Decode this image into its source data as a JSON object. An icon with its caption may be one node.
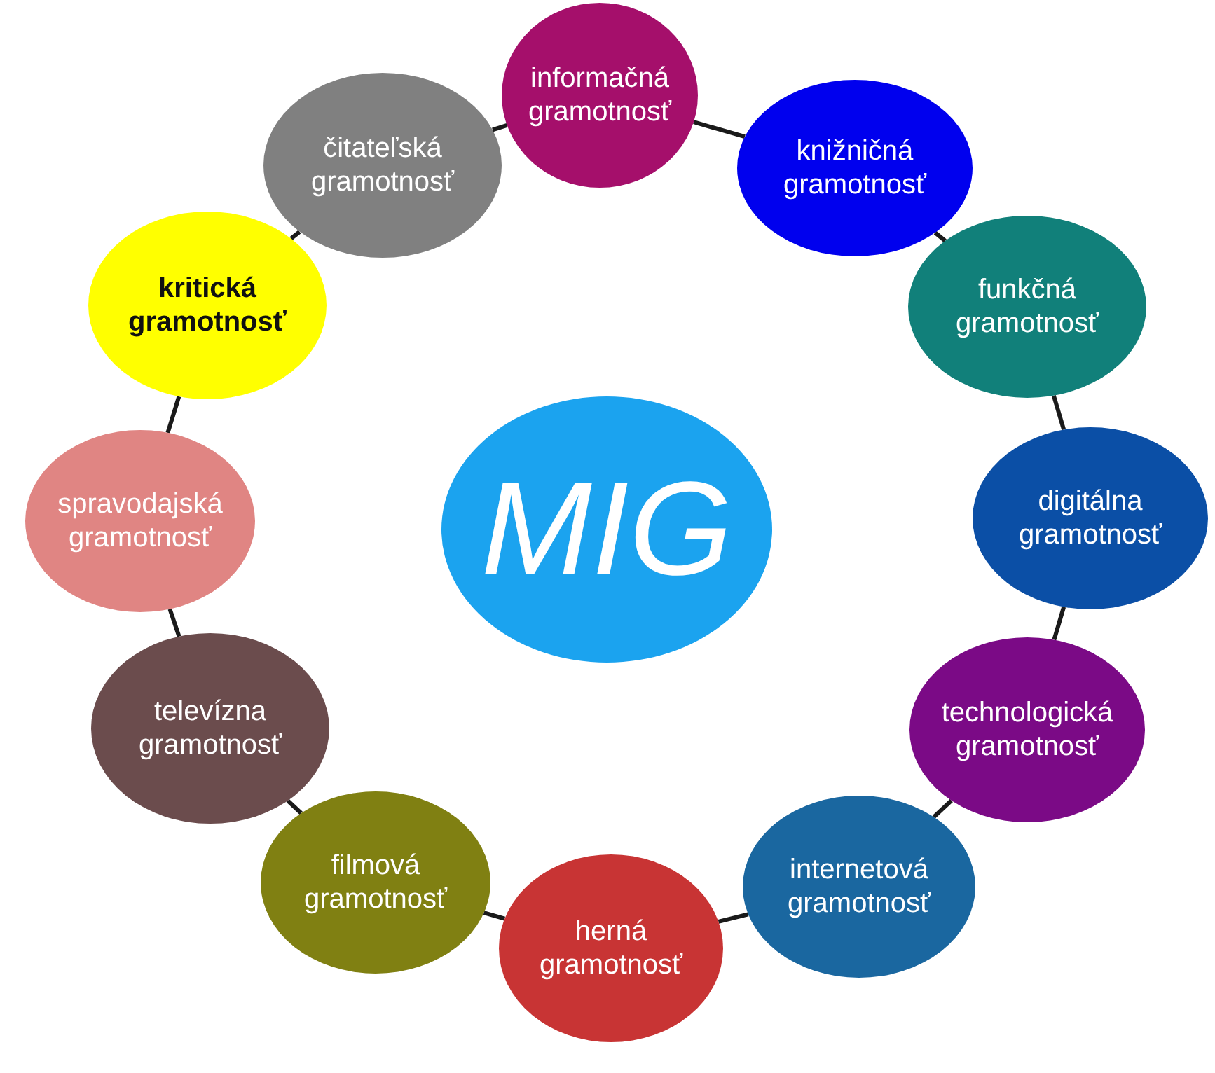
{
  "diagram": {
    "nodes": [
      {
        "text": [
          "MIG"
        ]
      },
      {
        "text": [
          "informačná gramotnosť"
        ]
      },
      {
        "text": [
          "knižničná gramotnosť"
        ]
      },
      {
        "text": [
          "funkčná gramotnosť"
        ]
      },
      {
        "text": [
          "digitálna gramotnosť"
        ]
      },
      {
        "text": [
          "technologická gramotnosť"
        ]
      },
      {
        "text": [
          "internetová gramotnosť"
        ]
      },
      {
        "text": [
          "herná gramotnosť"
        ]
      },
      {
        "text": [
          "filmová gramotnosť"
        ]
      },
      {
        "text": [
          "televízna gramotnosť"
        ]
      },
      {
        "text": [
          "spravodajská gramotnosť"
        ]
      },
      {
        "text": [
          "kritická gramotnosť"
        ]
      },
      {
        "text": [
          "čitateľská gramotnosť"
        ]
      }
    ],
    "edges": [
      {
        "from": 1,
        "to": 2,
        "arrow": "none"
      },
      {
        "from": 2,
        "to": 3,
        "arrow": "none"
      },
      {
        "from": 3,
        "to": 4,
        "arrow": "none"
      },
      {
        "from": 4,
        "to": 5,
        "arrow": "none"
      },
      {
        "from": 5,
        "to": 6,
        "arrow": "none"
      },
      {
        "from": 6,
        "to": 7,
        "arrow": "none"
      },
      {
        "from": 7,
        "to": 8,
        "arrow": "none"
      },
      {
        "from": 8,
        "to": 9,
        "arrow": "none"
      },
      {
        "from": 9,
        "to": 10,
        "arrow": "none"
      },
      {
        "from": 10,
        "to": 11,
        "arrow": "none"
      },
      {
        "from": 11,
        "to": 12,
        "arrow": "none"
      },
      {
        "from": 12,
        "to": 1,
        "arrow": "none"
      }
    ]
  }
}
